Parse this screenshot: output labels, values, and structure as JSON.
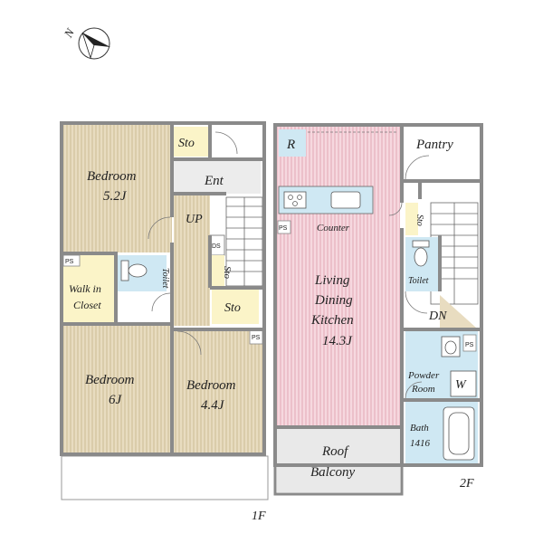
{
  "colors": {
    "wall": "#8a8a8a",
    "bedroom_floor": "#e8dcc0",
    "bedroom_stripe": "#cdbb95",
    "ldk_floor": "#f6d8df",
    "ldk_stripe": "#e2a8b6",
    "wet": "#cfe8f3",
    "storage": "#fbf4c8",
    "balcony": "#e9e9e9",
    "hall": "#ececec"
  },
  "compass": {
    "label": "N",
    "icon": "north-arrow-icon"
  },
  "floors": {
    "first": "1F",
    "second": "2F"
  },
  "rooms_1f": {
    "bedroom_top_name": "Bedroom",
    "bedroom_top_size": "5.2J",
    "sto_top": "Sto",
    "ent": "Ent",
    "up": "UP",
    "ds": "DS",
    "sto_mid": "Sto",
    "ps_left": "PS",
    "walk_in_1": "Walk in",
    "walk_in_2": "Closet",
    "toilet": "Toilet",
    "sto_small": "Sto",
    "ps_mid": "PS",
    "bedroom_bl_name": "Bedroom",
    "bedroom_bl_size": "6J",
    "bedroom_br_name": "Bedroom",
    "bedroom_br_size": "4.4J"
  },
  "rooms_2f": {
    "r": "R",
    "pantry": "Pantry",
    "ps": "PS",
    "counter": "Counter",
    "sto": "Sto",
    "toilet": "Toilet",
    "ldk_1": "Living",
    "ldk_2": "Dining",
    "ldk_3": "Kitchen",
    "ldk_size": "14.3J",
    "dn": "DN",
    "ps_right": "PS",
    "powder_1": "Powder",
    "powder_2": "Room",
    "w": "W",
    "bath_1": "Bath",
    "bath_2": "1416",
    "balcony_1": "Roof",
    "balcony_2": "Balcony"
  }
}
